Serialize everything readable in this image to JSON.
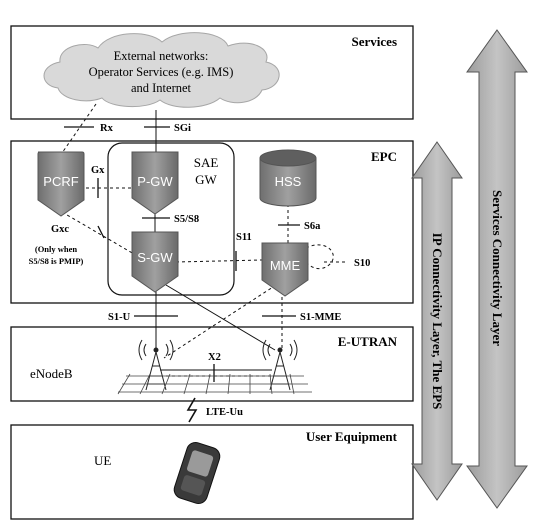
{
  "layers": {
    "services": "Services",
    "epc": "EPC",
    "eutran": "E-UTRAN",
    "ue_layer": "User Equipment"
  },
  "cloud": {
    "line1": "External networks:",
    "line2": "Operator Services (e.g. IMS)",
    "line3": "and Internet"
  },
  "nodes": {
    "pcrf": "PCRF",
    "pgw": "P-GW",
    "sgw": "S-GW",
    "hss": "HSS",
    "mme": "MME",
    "sae_gw_line1": "SAE",
    "sae_gw_line2": "GW",
    "enodeb": "eNodeB",
    "ue": "UE"
  },
  "interfaces": {
    "rx": "Rx",
    "sgi": "SGi",
    "gx": "Gx",
    "s5s8": "S5/S8",
    "s6a": "S6a",
    "s11": "S11",
    "s10": "S10",
    "gxc": "Gxc",
    "gxc_note1": "(Only when",
    "gxc_note2": "S5/S8 is PMIP)",
    "s1u": "S1-U",
    "s1mme": "S1-MME",
    "x2": "X2",
    "lteuu": "LTE-Uu"
  },
  "side_arrows": {
    "ip_connectivity": "IP Connectivity Layer, The EPS",
    "services_connectivity": "Services Connectivity Layer"
  },
  "colors": {
    "node_fill": "#8a8a8a",
    "arrow_fill": "#a9a9a9",
    "cloud_fill": "#d9d9d9"
  }
}
